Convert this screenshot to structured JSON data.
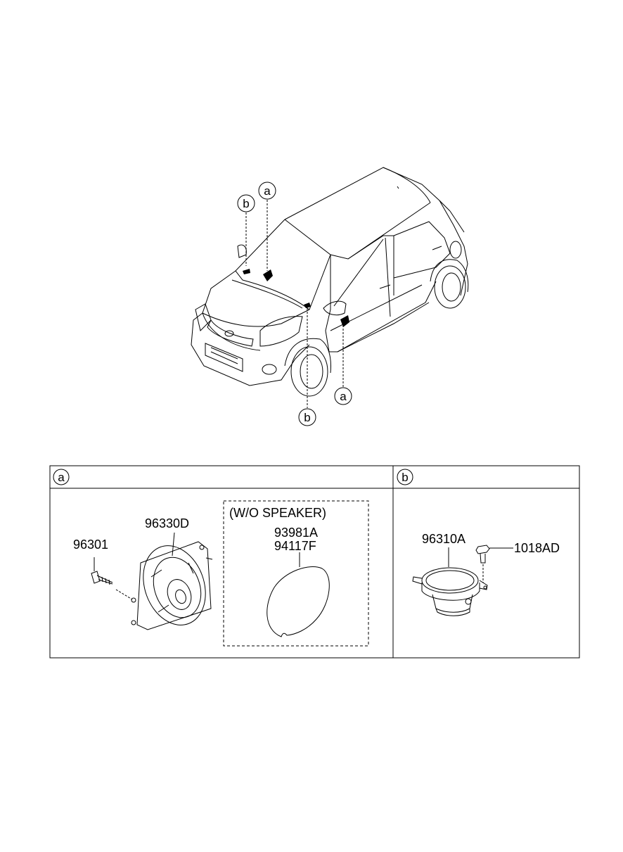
{
  "callouts": {
    "top_a": "a",
    "top_b": "b",
    "bottom_a": "a",
    "bottom_b": "b",
    "panel_a": "a",
    "panel_b": "b"
  },
  "panel_a": {
    "wo_speaker": "(W/O SPEAKER)",
    "parts": {
      "screw": "96301",
      "speaker": "96330D",
      "cover_1": "93981A",
      "cover_2": "94117F"
    }
  },
  "panel_b": {
    "parts": {
      "tweeter": "96310A",
      "bolt": "1018AD"
    }
  }
}
